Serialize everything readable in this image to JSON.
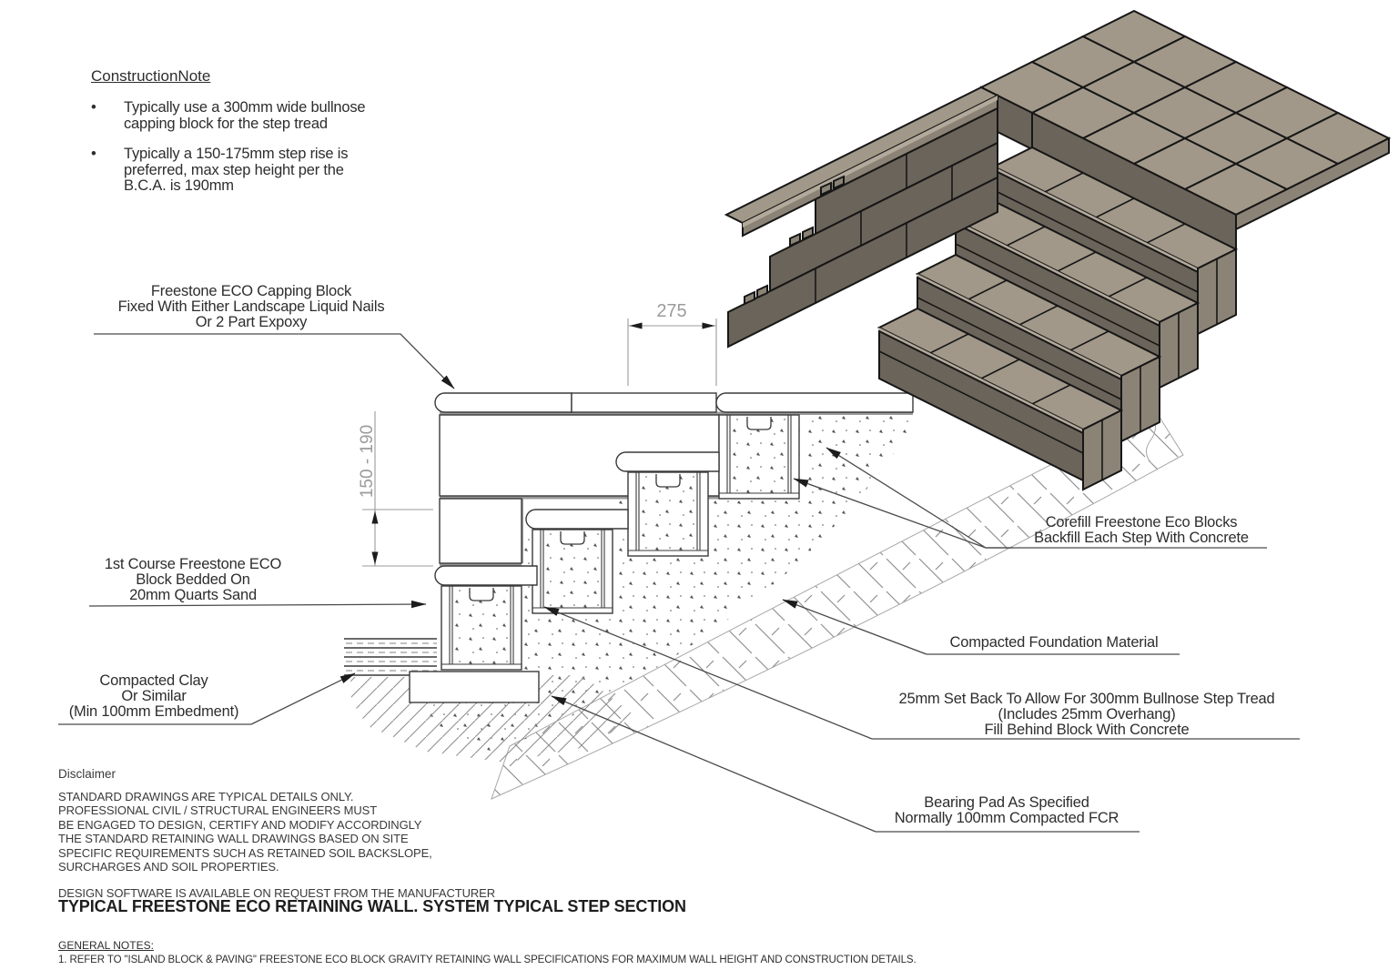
{
  "construction_note": {
    "title": "ConstructionNote",
    "bullet_glyph": "•",
    "bullets": [
      {
        "lines": [
          "Typically use a 300mm wide bullnose",
          "capping block for the step tread"
        ]
      },
      {
        "lines": [
          "Typically a 150-175mm step rise is",
          "preferred, max step height per the",
          "B.C.A. is 190mm"
        ]
      }
    ]
  },
  "dimensions": {
    "tread_depth": "275",
    "step_rise": "150 - 190"
  },
  "labels": {
    "capping": [
      "Freestone ECO Capping Block",
      "Fixed With Either Landscape Liquid Nails",
      "Or 2 Part Expoxy"
    ],
    "first_course": [
      "1st Course Freestone ECO",
      "Block Bedded On",
      "20mm Quarts Sand"
    ],
    "clay": [
      "Compacted Clay",
      "Or Similar",
      "(Min 100mm Embedment)"
    ],
    "corefill": [
      "Corefill Freestone Eco Blocks",
      "Backfill Each Step With Concrete"
    ],
    "foundation": [
      "Compacted Foundation Material"
    ],
    "setback": [
      "25mm Set Back To Allow For 300mm Bullnose Step Tread",
      "(Includes 25mm Overhang)",
      "Fill Behind Block With Concrete"
    ],
    "bearing": [
      "Bearing Pad As Specified",
      "Normally 100mm Compacted FCR"
    ]
  },
  "disclaimer": {
    "title": "Disclaimer",
    "lines": [
      "STANDARD DRAWINGS ARE TYPICAL DETAILS ONLY.",
      "PROFESSIONAL CIVIL / STRUCTURAL ENGINEERS MUST",
      "BE ENGAGED TO DESIGN, CERTIFY AND MODIFY ACCORDINGLY",
      "THE STANDARD RETAINING WALL DRAWINGS BASED ON SITE",
      "SPECIFIC REQUIREMENTS SUCH AS  RETAINED SOIL BACKSLOPE,",
      "SURCHARGES AND SOIL PROPERTIES."
    ],
    "footer": "DESIGN SOFTWARE IS AVAILABLE ON REQUEST FROM THE MANUFACTURER"
  },
  "sheet_title": "TYPICAL FREESTONE ECO RETAINING WALL. SYSTEM TYPICAL STEP SECTION",
  "general_notes": {
    "title": "GENERAL NOTES:",
    "items": [
      "1. REFER TO \"ISLAND BLOCK & PAVING\" FREESTONE ECO BLOCK GRAVITY RETAINING WALL SPECIFICATIONS FOR MAXIMUM WALL HEIGHT AND CONSTRUCTION DETAILS."
    ]
  },
  "colors": {
    "line": "#3a3a3a",
    "joint": "#999999",
    "dim": "#9b9b9b",
    "label_text": "#2d2d2d",
    "leader": "#4a4a4a",
    "outline": "#161616",
    "iso_top": "#a19889",
    "iso_front": "#6b645a",
    "iso_side": "#8b8376",
    "iso_nose": "#b3aa9c",
    "stipple": "#555555",
    "hatch": "#8f8f8f"
  }
}
